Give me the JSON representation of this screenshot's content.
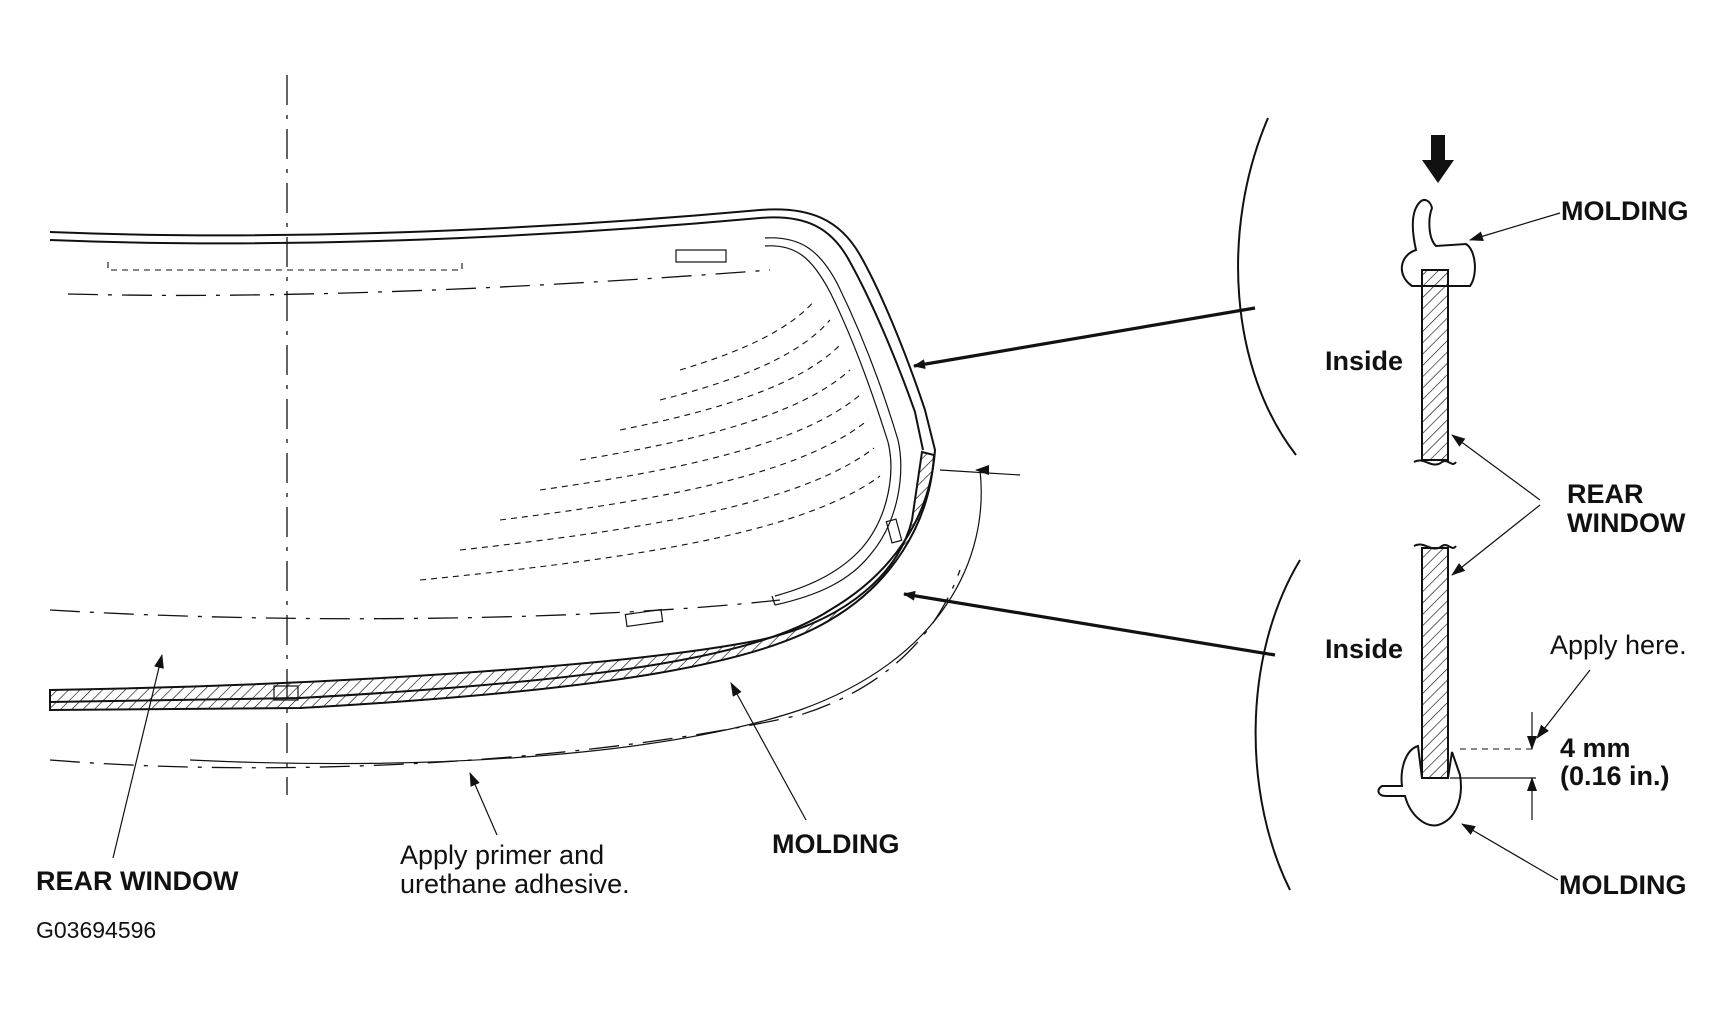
{
  "labels": {
    "rear_window_main": "REAR WINDOW",
    "apply_primer_line1": "Apply primer and",
    "apply_primer_line2": "urethane adhesive.",
    "molding_main": "MOLDING",
    "figure_code": "G03694596",
    "molding_top": "MOLDING",
    "inside_top": "Inside",
    "rear_window_side_line1": "REAR",
    "rear_window_side_line2": "WINDOW",
    "inside_bottom": "Inside",
    "apply_here": "Apply here.",
    "dim_mm": "4 mm",
    "dim_in": "(0.16 in.)",
    "molding_bottom": "MOLDING"
  }
}
